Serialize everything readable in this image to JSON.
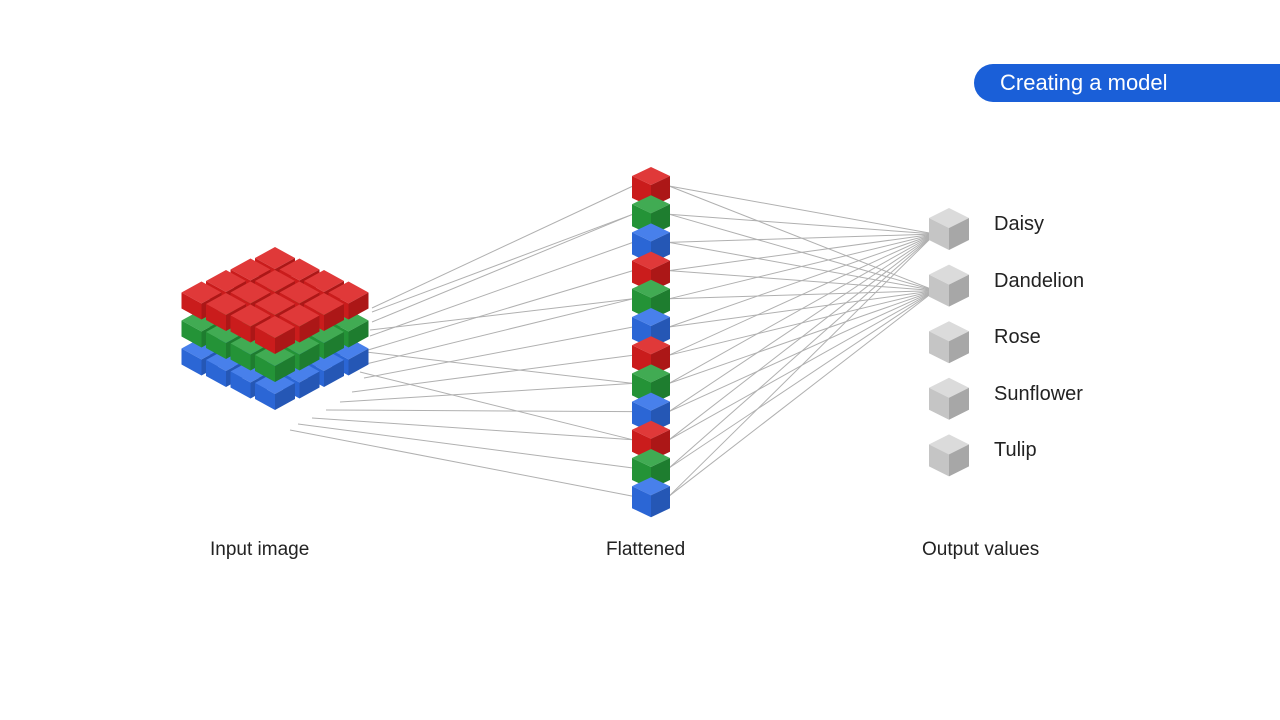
{
  "slide": {
    "title": "Creating a model"
  },
  "captions": {
    "input": "Input image",
    "flattened": "Flattened",
    "output": "Output values"
  },
  "outputs": [
    "Daisy",
    "Dandelion",
    "Rose",
    "Sunflower",
    "Tulip"
  ],
  "flattened_colors": [
    "red",
    "green",
    "blue",
    "red",
    "green",
    "blue",
    "red",
    "green",
    "blue",
    "red",
    "green",
    "blue"
  ],
  "input_layers": [
    "blue",
    "green",
    "red"
  ],
  "colors": {
    "red": "#dc1e1e",
    "green": "#27a03c",
    "blue": "#2f6fe8",
    "gray": "#d6d6d6",
    "accent": "#1a5fd8",
    "connection": "#b0b0b0"
  }
}
